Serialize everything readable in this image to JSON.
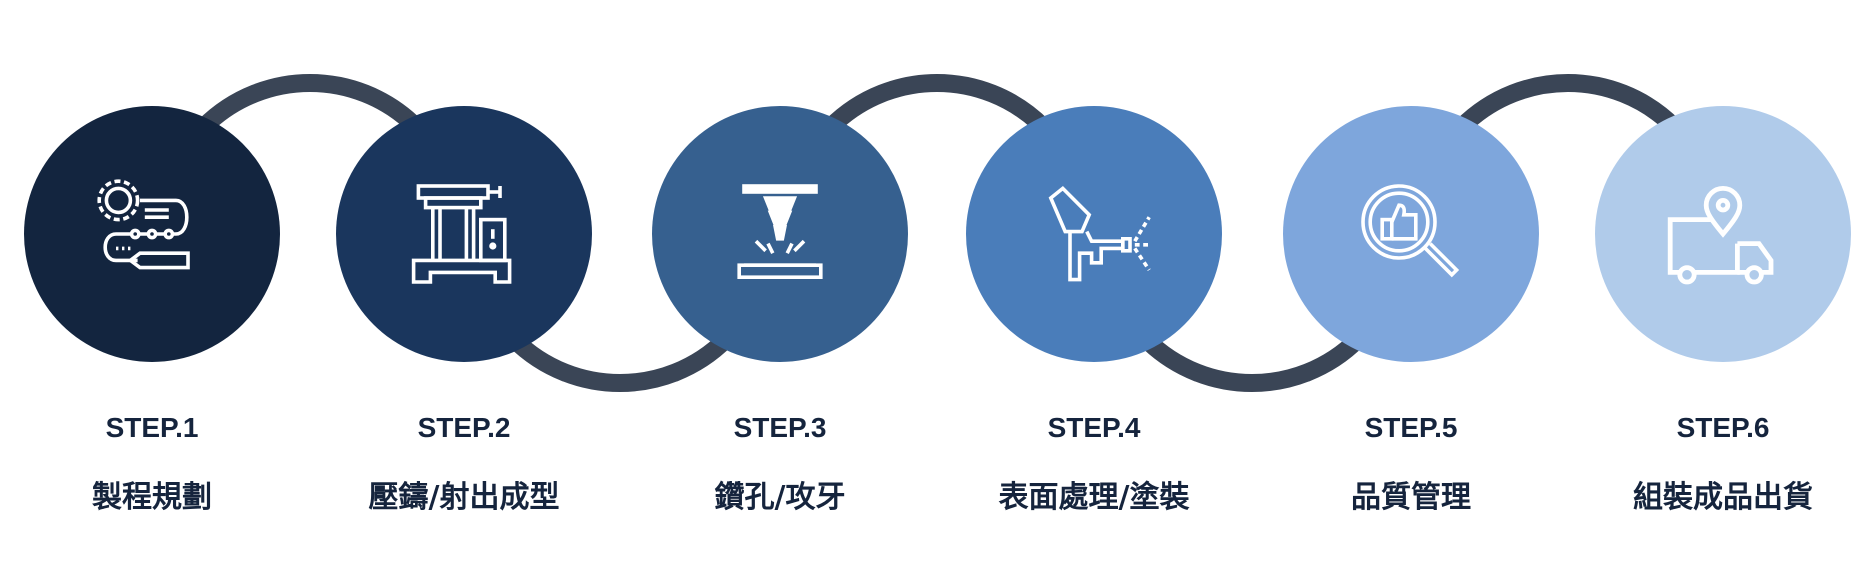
{
  "ring_color": "#3a4556",
  "text_color": "#15243d",
  "steps": [
    {
      "number": "STEP.1",
      "name": "製程規劃",
      "icon": "process-planning-icon",
      "color": "#13253f"
    },
    {
      "number": "STEP.2",
      "name": "壓鑄/射出成型",
      "icon": "molding-machine-icon",
      "color": "#1a365d"
    },
    {
      "number": "STEP.3",
      "name": "鑽孔/攻牙",
      "icon": "drilling-icon",
      "color": "#36608f"
    },
    {
      "number": "STEP.4",
      "name": "表面處理/塗裝",
      "icon": "spray-gun-icon",
      "color": "#4a7dba"
    },
    {
      "number": "STEP.5",
      "name": "品質管理",
      "icon": "quality-inspection-icon",
      "color": "#7ea6dc"
    },
    {
      "number": "STEP.6",
      "name": "組裝成品出貨",
      "icon": "delivery-truck-icon",
      "color": "#b0cbea"
    }
  ]
}
